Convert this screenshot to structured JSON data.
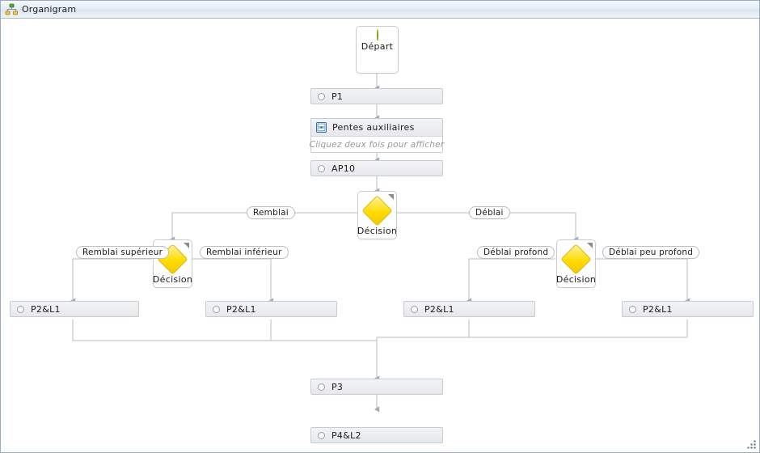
{
  "window": {
    "title": "Organigram",
    "title_icon": "org-chart-icon",
    "resize_grip_icon": "resize-grip-icon"
  },
  "palette": {
    "start_green": "#8fb81e",
    "decision_yellow": "#ffdc00",
    "node_grey": "#eceef0",
    "border_grey": "#c8ccd1",
    "edge_grey": "#a9b2bb",
    "hint_grey": "#9a9a9a",
    "titlebar_blue": "#e4ecf4"
  },
  "nodes": {
    "start": {
      "label": "Départ",
      "icon": "green-circle-icon",
      "type": "terminator"
    },
    "p1": {
      "label": "P1",
      "icon": "circle-bullet-icon",
      "type": "process"
    },
    "subprocess": {
      "label": "Pentes auxiliaires",
      "hint": "Cliquez deux fois pour afficher",
      "icon": "table-grid-icon",
      "type": "subprocess"
    },
    "ap10": {
      "label": "AP10",
      "icon": "circle-bullet-icon",
      "type": "process"
    },
    "decision_main": {
      "label": "Décision",
      "icon": "yellow-diamond-icon",
      "type": "decision"
    },
    "decision_left": {
      "label": "Décision",
      "icon": "yellow-diamond-icon",
      "type": "decision"
    },
    "decision_right": {
      "label": "Décision",
      "icon": "yellow-diamond-icon",
      "type": "decision"
    },
    "p2l1_a": {
      "label": "P2&L1",
      "icon": "circle-bullet-icon",
      "type": "process"
    },
    "p2l1_b": {
      "label": "P2&L1",
      "icon": "circle-bullet-icon",
      "type": "process"
    },
    "p2l1_c": {
      "label": "P2&L1",
      "icon": "circle-bullet-icon",
      "type": "process"
    },
    "p2l1_d": {
      "label": "P2&L1",
      "icon": "circle-bullet-icon",
      "type": "process"
    },
    "p3": {
      "label": "P3",
      "icon": "circle-bullet-icon",
      "type": "process"
    },
    "p4l2": {
      "label": "P4&L2",
      "icon": "circle-bullet-icon",
      "type": "process"
    }
  },
  "edge_labels": {
    "remblai": "Remblai",
    "deblai": "Déblai",
    "remblai_superieur": "Remblai supérieur",
    "remblai_inferieur": "Remblai inférieur",
    "deblai_profond": "Déblai profond",
    "deblai_peu_profond": "Déblai peu profond"
  }
}
